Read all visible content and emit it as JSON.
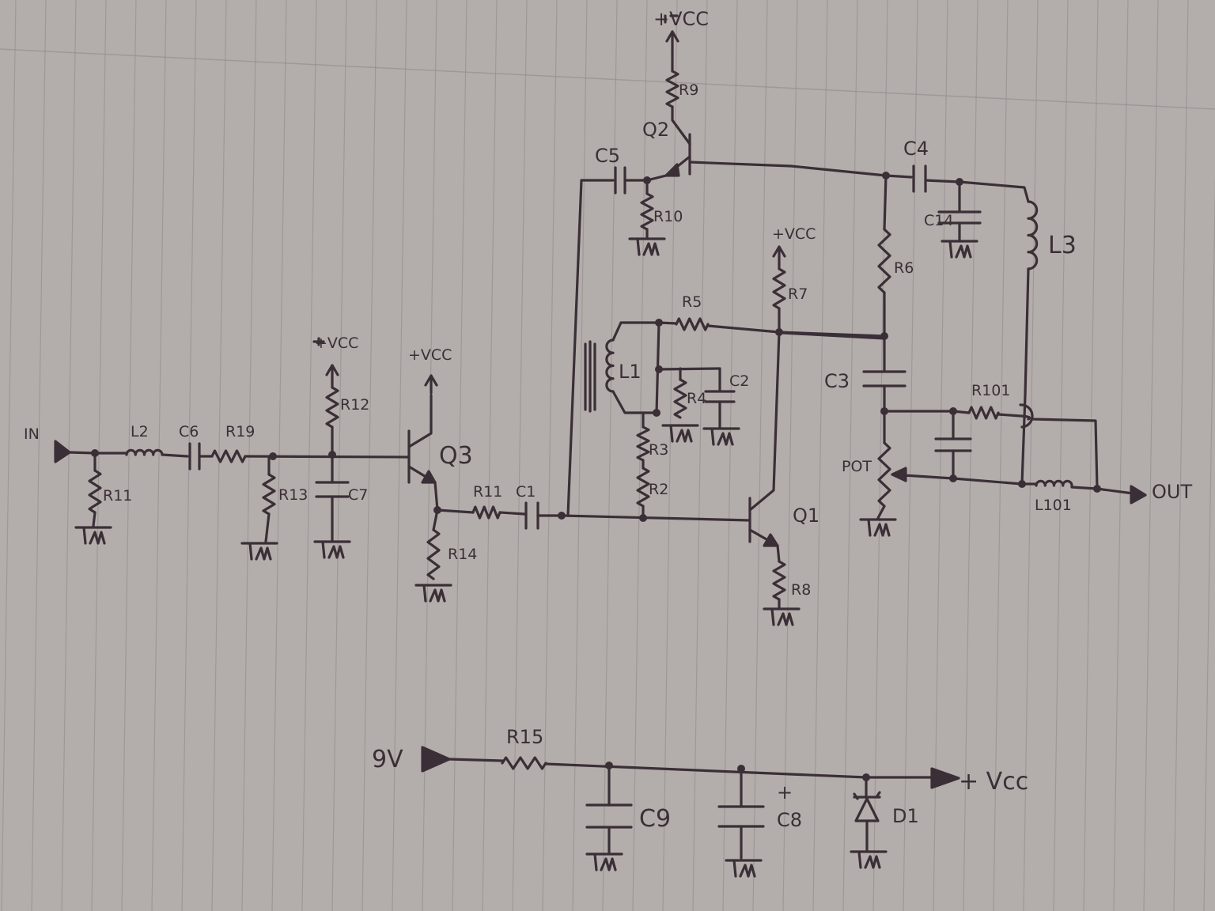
{
  "colors": {
    "paper": "#b3aeab",
    "ink": "#3b2f37",
    "rule": "#8f8a8c"
  },
  "labels": {
    "vcc_top": "+VCC",
    "r9": "R9",
    "q2": "Q2",
    "c5": "C5",
    "r10": "R10",
    "c4": "C4",
    "c14": "C14",
    "l3": "L3",
    "vcc_r7": "+VCC",
    "r7": "R7",
    "r6": "R6",
    "r5": "R5",
    "l1": "L1",
    "r4": "R4",
    "c2": "C2",
    "c3": "C3",
    "r101": "R101",
    "r3": "R3",
    "r2": "R2",
    "pot": "POT",
    "q1": "Q1",
    "r8": "R8",
    "in": "IN",
    "l2": "L2",
    "c6": "C6",
    "r19": "R19",
    "vcc_r12": "+VCC",
    "r12": "R12",
    "vcc_q3": "+VCC",
    "q3": "Q3",
    "r11_left": "R11",
    "r13": "R13",
    "c7": "C7",
    "r11_mid": "R11",
    "c1": "C1",
    "r14": "R14",
    "out": "OUT",
    "l101": "L101",
    "nine_v": "9V",
    "r15": "R15",
    "c9": "C9",
    "c8": "C8",
    "c8_plus": "+",
    "d1": "D1",
    "vcc_out": "+ Vcc"
  }
}
